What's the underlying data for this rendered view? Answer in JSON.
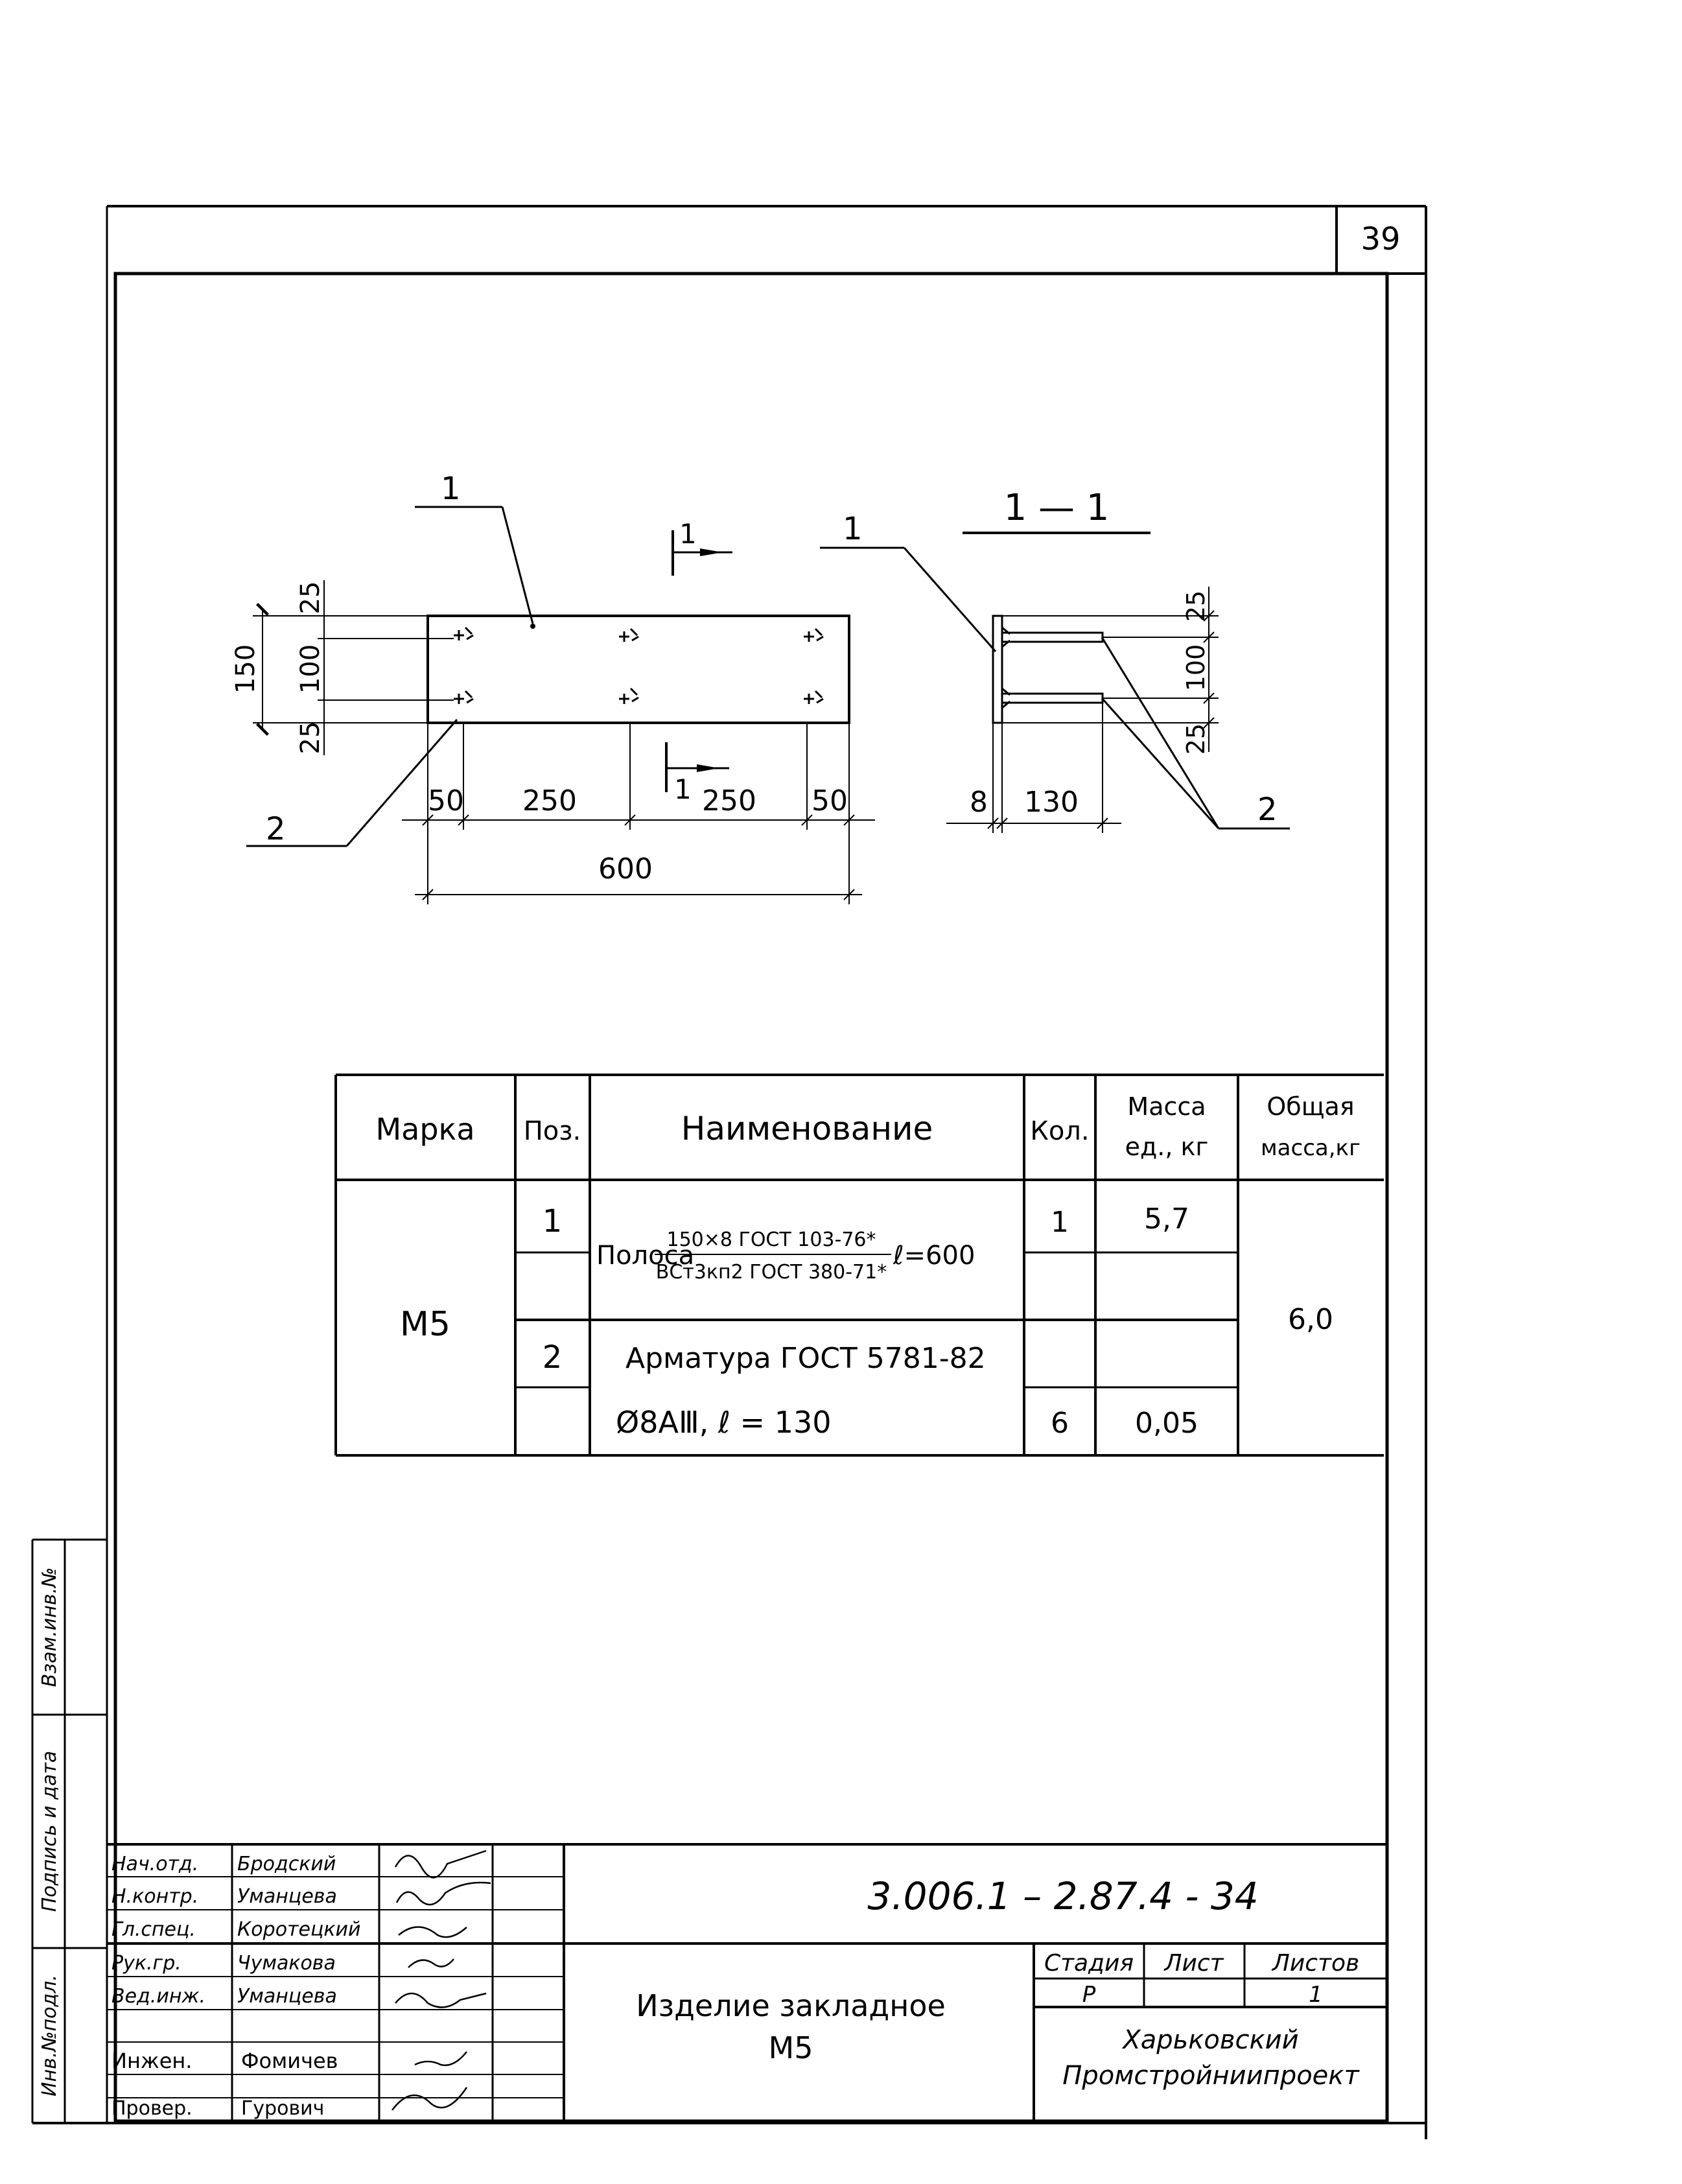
{
  "sheet_number": "39",
  "plan_view": {
    "leader_label_1": "1",
    "leader_label_2": "2",
    "section_mark_top": "1",
    "section_mark_bottom": "1",
    "dim_left_top": "25",
    "dim_left_mid": "100",
    "dim_left_bottom": "25",
    "dim_left_total": "150",
    "dim_bottom_1": "50",
    "dim_bottom_2": "250",
    "dim_bottom_3": "250",
    "dim_bottom_4": "50",
    "dim_overall": "600"
  },
  "section_view": {
    "title": "1 — 1",
    "leader_label_1": "1",
    "leader_label_2": "2",
    "dim_right_top": "25",
    "dim_right_mid": "100",
    "dim_right_bottom": "25",
    "dim_bottom_1": "8",
    "dim_bottom_2": "130"
  },
  "spec_table": {
    "headers": {
      "mark": "Марка",
      "pos": "Поз.",
      "name": "Наименование",
      "qty": "Кол.",
      "unit_mass_1": "Масса",
      "unit_mass_2": "ед., кг",
      "total_mass_1": "Общая",
      "total_mass_2": "масса,кг"
    },
    "mark": "М5",
    "total_mass": "6,0",
    "row1": {
      "pos": "1",
      "name_prefix": "Полоса",
      "fraction_top": "150×8 ГОСТ 103-76*",
      "fraction_bottom": "ВСт3кп2 ГОСТ 380-71*",
      "length": "ℓ=600",
      "qty": "1",
      "unit_mass": "5,7"
    },
    "row2": {
      "pos": "2",
      "name": "Арматура ГОСТ 5781-82"
    },
    "row3": {
      "name": "Ø8АⅢ,   ℓ = 130",
      "qty": "6",
      "unit_mass": "0,05"
    }
  },
  "side_stamp": {
    "inv_podl": "Инв.№подл.",
    "podpis_data": "Подпись и дата",
    "vzam_inv": "Взам.инв.№"
  },
  "title_block": {
    "doc_code": "3.006.1 – 2.87.4 - 34",
    "item_title": "Изделие закладное",
    "item_mark": "М5",
    "stage_label": "Стадия",
    "sheet_label": "Лист",
    "sheets_label": "Листов",
    "stage_value": "Р",
    "sheets_value": "1",
    "org_line1": "Харьковский",
    "org_line2": "Промстройниипроект",
    "roles": [
      {
        "role": "Нач.отд.",
        "name": "Бродский"
      },
      {
        "role": "Н.контр.",
        "name": "Уманцева"
      },
      {
        "role": "Гл.спец.",
        "name": "Коротецкий"
      },
      {
        "role": "Рук.гр.",
        "name": "Чумакова"
      },
      {
        "role": "Вед.инж.",
        "name": "Уманцева"
      },
      {
        "role": "",
        "name": ""
      },
      {
        "role": "Инжен.",
        "name": "Фомичев"
      },
      {
        "role": "Провер.",
        "name": "Гурович"
      }
    ]
  }
}
